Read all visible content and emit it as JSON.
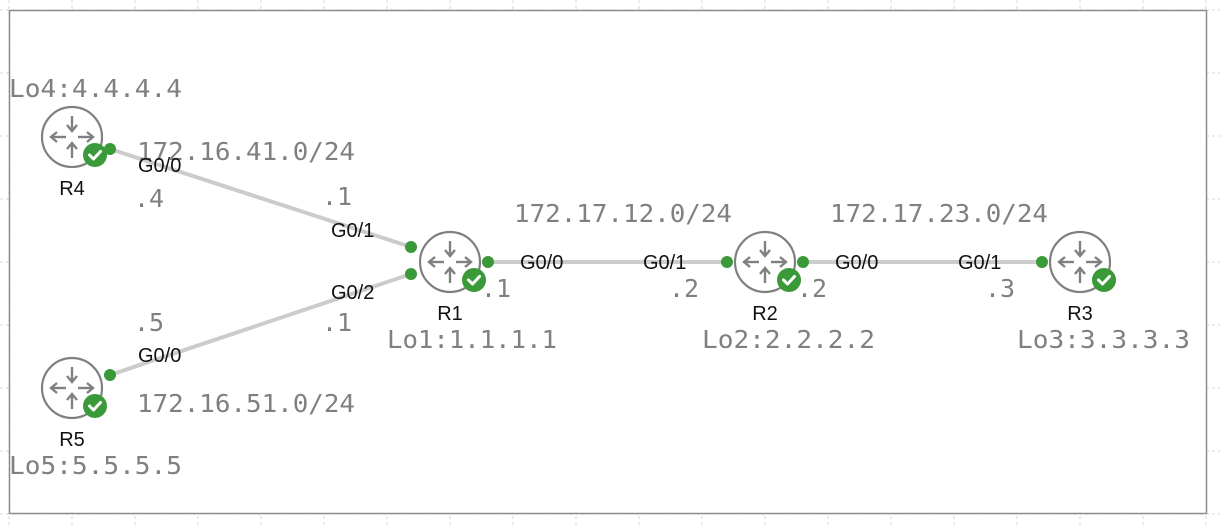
{
  "diagram": {
    "colors": {
      "link": "#cccccc",
      "port": "#3a9a3a",
      "router_stroke": "#808080",
      "status_ok": "#3a9a3a",
      "label_gray": "#808080",
      "label_black": "#111111",
      "frame": "#8c8c8c"
    },
    "routers": [
      {
        "id": "R1",
        "name": "R1",
        "loopback": "Lo1:1.1.1.1",
        "status": "ok",
        "icon": "router-icon"
      },
      {
        "id": "R2",
        "name": "R2",
        "loopback": "Lo2:2.2.2.2",
        "status": "ok",
        "icon": "router-icon"
      },
      {
        "id": "R3",
        "name": "R3",
        "loopback": "Lo3:3.3.3.3",
        "status": "ok",
        "icon": "router-icon"
      },
      {
        "id": "R4",
        "name": "R4",
        "loopback": "Lo4:4.4.4.4",
        "status": "ok",
        "icon": "router-icon"
      },
      {
        "id": "R5",
        "name": "R5",
        "loopback": "Lo5:5.5.5.5",
        "status": "ok",
        "icon": "router-icon"
      }
    ],
    "links": [
      {
        "subnet": "172.16.41.0/24",
        "a": {
          "router": "R4",
          "interface": "G0/0",
          "host": ".4"
        },
        "b": {
          "router": "R1",
          "interface": "G0/1",
          "host": ".1"
        }
      },
      {
        "subnet": "172.16.51.0/24",
        "a": {
          "router": "R5",
          "interface": "G0/0",
          "host": ".5"
        },
        "b": {
          "router": "R1",
          "interface": "G0/2",
          "host": ".1"
        }
      },
      {
        "subnet": "172.17.12.0/24",
        "a": {
          "router": "R1",
          "interface": "G0/0",
          "host": ".1"
        },
        "b": {
          "router": "R2",
          "interface": "G0/1",
          "host": ".2"
        }
      },
      {
        "subnet": "172.17.23.0/24",
        "a": {
          "router": "R2",
          "interface": "G0/0",
          "host": ".2"
        },
        "b": {
          "router": "R3",
          "interface": "G0/1",
          "host": ".3"
        }
      }
    ]
  }
}
